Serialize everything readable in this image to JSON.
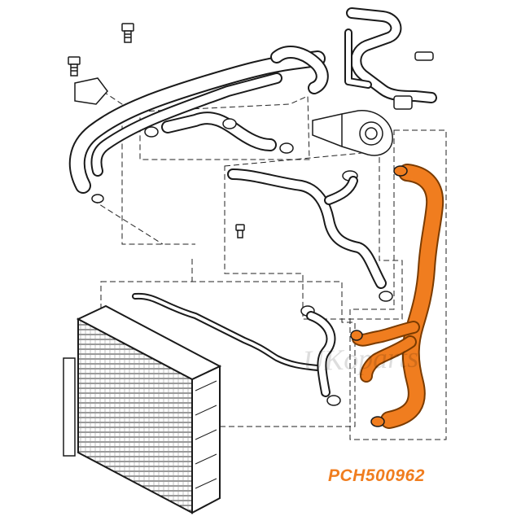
{
  "diagram": {
    "part_number": "PCH500962",
    "watermark": "UKoparts",
    "highlight_color": "#f07d1f",
    "line_color": "#1a1a1a",
    "components": [
      {
        "name": "bolt-icon"
      },
      {
        "name": "radiator"
      },
      {
        "name": "highlighted-coolant-hose"
      },
      {
        "name": "thermostat-housing"
      },
      {
        "name": "hose-clamp-icon"
      }
    ]
  }
}
